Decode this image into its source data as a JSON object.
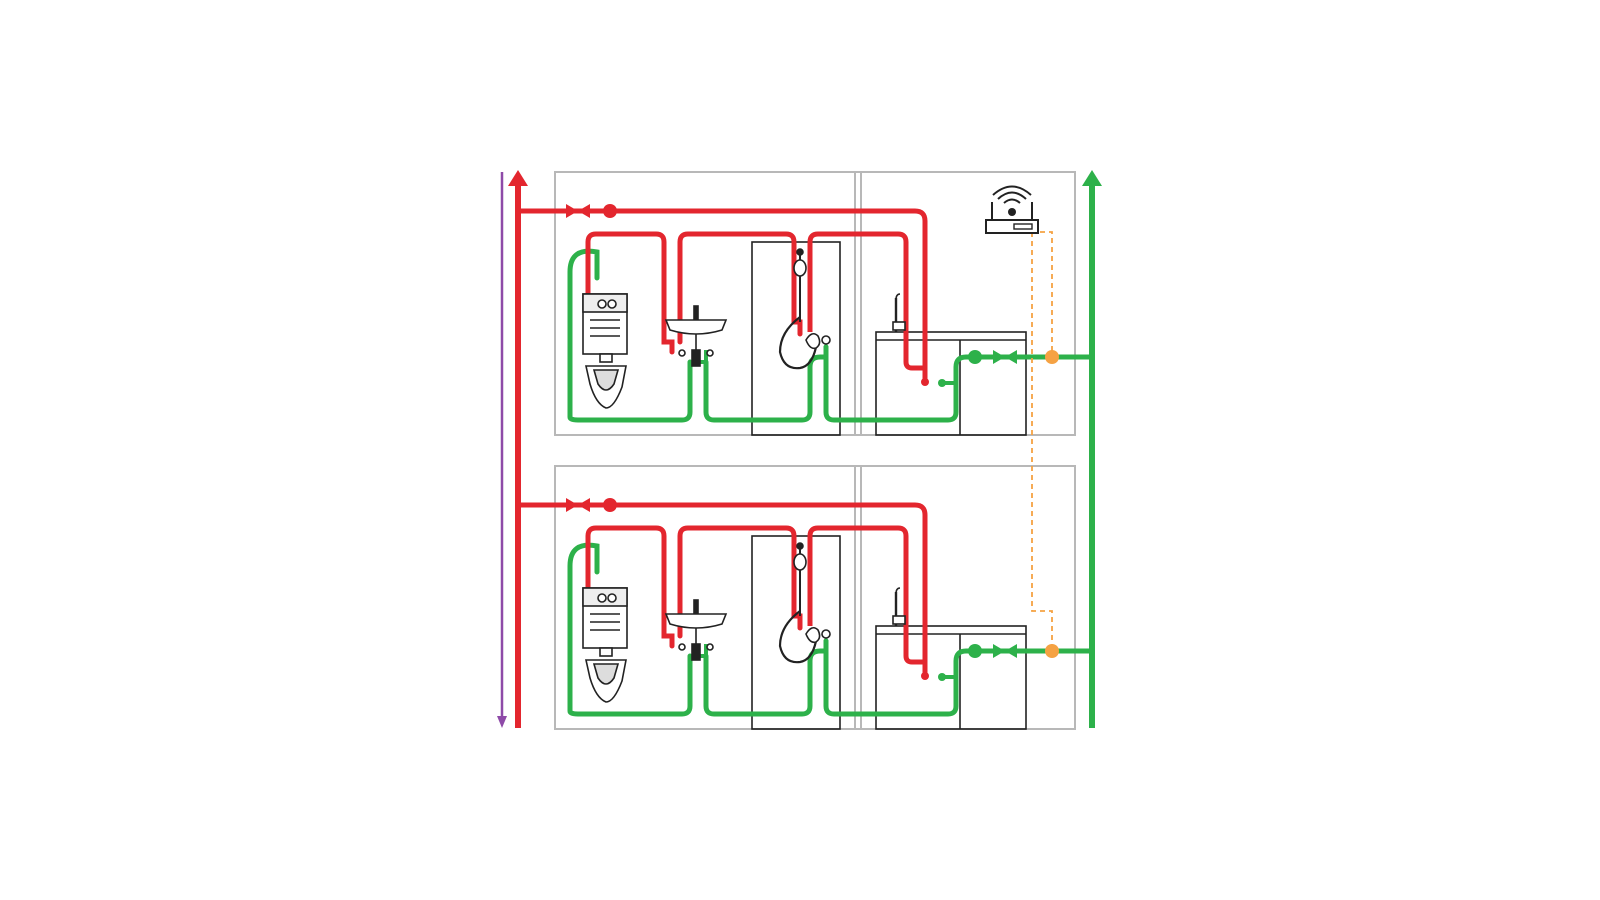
{
  "diagram": {
    "type": "plumbing-loop-schematic",
    "floors": [
      "upper-floor",
      "lower-floor"
    ],
    "fixtures_per_floor": [
      "wc-cistern-icon",
      "washbasin-icon",
      "shower-icon",
      "kitchen-sink-icon"
    ],
    "risers": [
      "purple-riser-down",
      "red-supply-riser-up",
      "green-return-riser-up"
    ],
    "controller": "wifi-controller-icon"
  },
  "colors": {
    "hot_supply": "#e3262e",
    "circulation_return": "#2db14a",
    "purple_line": "#8e4aa8",
    "signal_line": "#f5a243",
    "wall": "#b8b8b8",
    "fixture": "#222222"
  }
}
